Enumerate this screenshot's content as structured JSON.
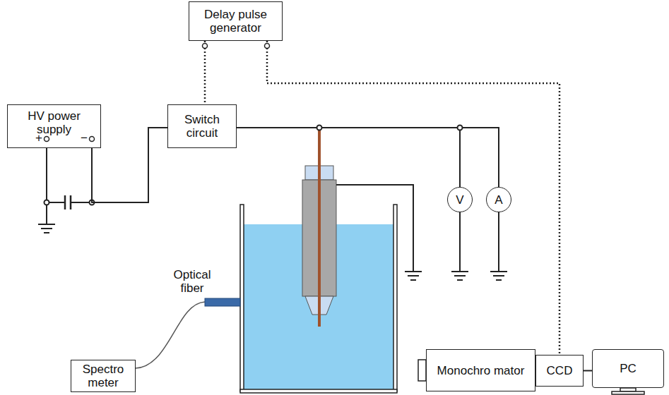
{
  "diagram": {
    "nodes": [
      {
        "text": [
          "Delay pulse generator"
        ]
      },
      {
        "text": [
          "HV power supply"
        ]
      },
      {
        "text": [
          "Switch circuit"
        ]
      },
      {
        "text": [
          "V"
        ]
      },
      {
        "text": [
          "A"
        ]
      },
      {
        "text": [
          "Spectro meter"
        ]
      },
      {
        "text": [
          "Monochro mator"
        ]
      },
      {
        "text": [
          "CCD"
        ]
      },
      {
        "text": [
          "PC"
        ]
      }
    ],
    "edges": [
      {
        "from": 0,
        "to": 2,
        "arrow": "none"
      },
      {
        "from": 0,
        "to": 7,
        "arrow": "none"
      },
      {
        "from": 1,
        "to": 2,
        "arrow": "none"
      },
      {
        "from": 2,
        "to": 3,
        "arrow": "none"
      },
      {
        "from": 2,
        "to": 4,
        "arrow": "none"
      },
      {
        "from": 7,
        "to": 8,
        "arrow": "none"
      }
    ],
    "labels": [
      "+",
      "−",
      "Optical fiber"
    ]
  }
}
